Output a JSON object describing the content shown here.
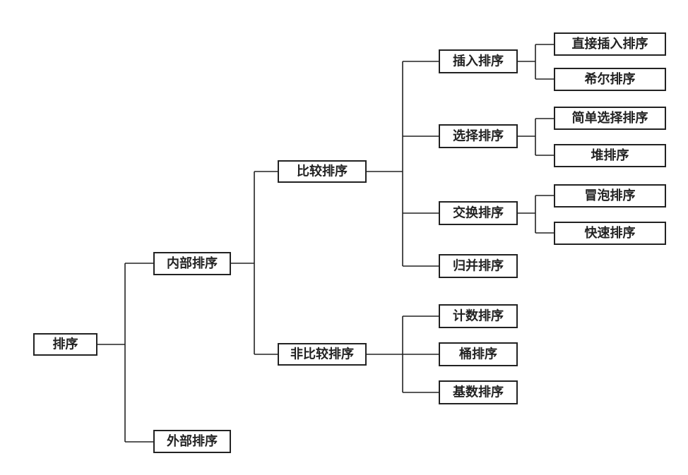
{
  "tree": {
    "root": "排序",
    "internal": "内部排序",
    "external": "外部排序",
    "comparison": "比较排序",
    "non_comparison": "非比较排序",
    "insertion": "插入排序",
    "selection": "选择排序",
    "exchange": "交换排序",
    "merge": "归并排序",
    "counting": "计数排序",
    "bucket": "桶排序",
    "radix": "基数排序",
    "direct_insertion": "直接插入排序",
    "shell": "希尔排序",
    "simple_selection": "简单选择排序",
    "heap": "堆排序",
    "bubble": "冒泡排序",
    "quick": "快速排序"
  }
}
